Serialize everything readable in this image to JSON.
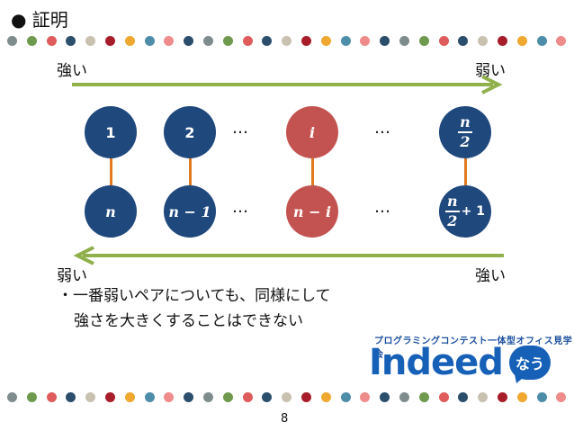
{
  "title": "● 証明",
  "top_arrow": {
    "left_label": "強い",
    "right_label": "弱い",
    "color": "#8fb04b"
  },
  "bottom_arrow": {
    "left_label": "弱い",
    "right_label": "強い",
    "color": "#8fb04b"
  },
  "pairs": [
    {
      "top": "1",
      "bottom": "n",
      "highlight": false
    },
    {
      "top": "2",
      "bottom": "n − 1",
      "highlight": false
    },
    {
      "top": "i",
      "bottom": "n − i",
      "highlight": true
    },
    {
      "top_frac": {
        "num": "n",
        "den": "2"
      },
      "bottom_frac": {
        "num": "n",
        "den": "2"
      },
      "bottom_suffix": "+ 1",
      "highlight": false
    }
  ],
  "ellipsis": "…",
  "bullet_line1": "・一番弱いペアについても、同様にして",
  "bullet_line2": "強さを大きくすることはできない",
  "logo": {
    "tagline": "プログラミングコンテスト一体型オフィス見学会",
    "word": "Indeed",
    "bubble": "なう"
  },
  "page_number": "8",
  "colors": {
    "node_blue": "#1f487c",
    "node_red": "#c35350",
    "link": "#e07b24",
    "dots": [
      "#7f8c8d",
      "#6f9a4e",
      "#e05b5b",
      "#2a4e6b",
      "#c9c1b0",
      "#a81d2a",
      "#f0a830",
      "#4e8da9",
      "#f08b8b",
      "#2a4e6b"
    ]
  }
}
